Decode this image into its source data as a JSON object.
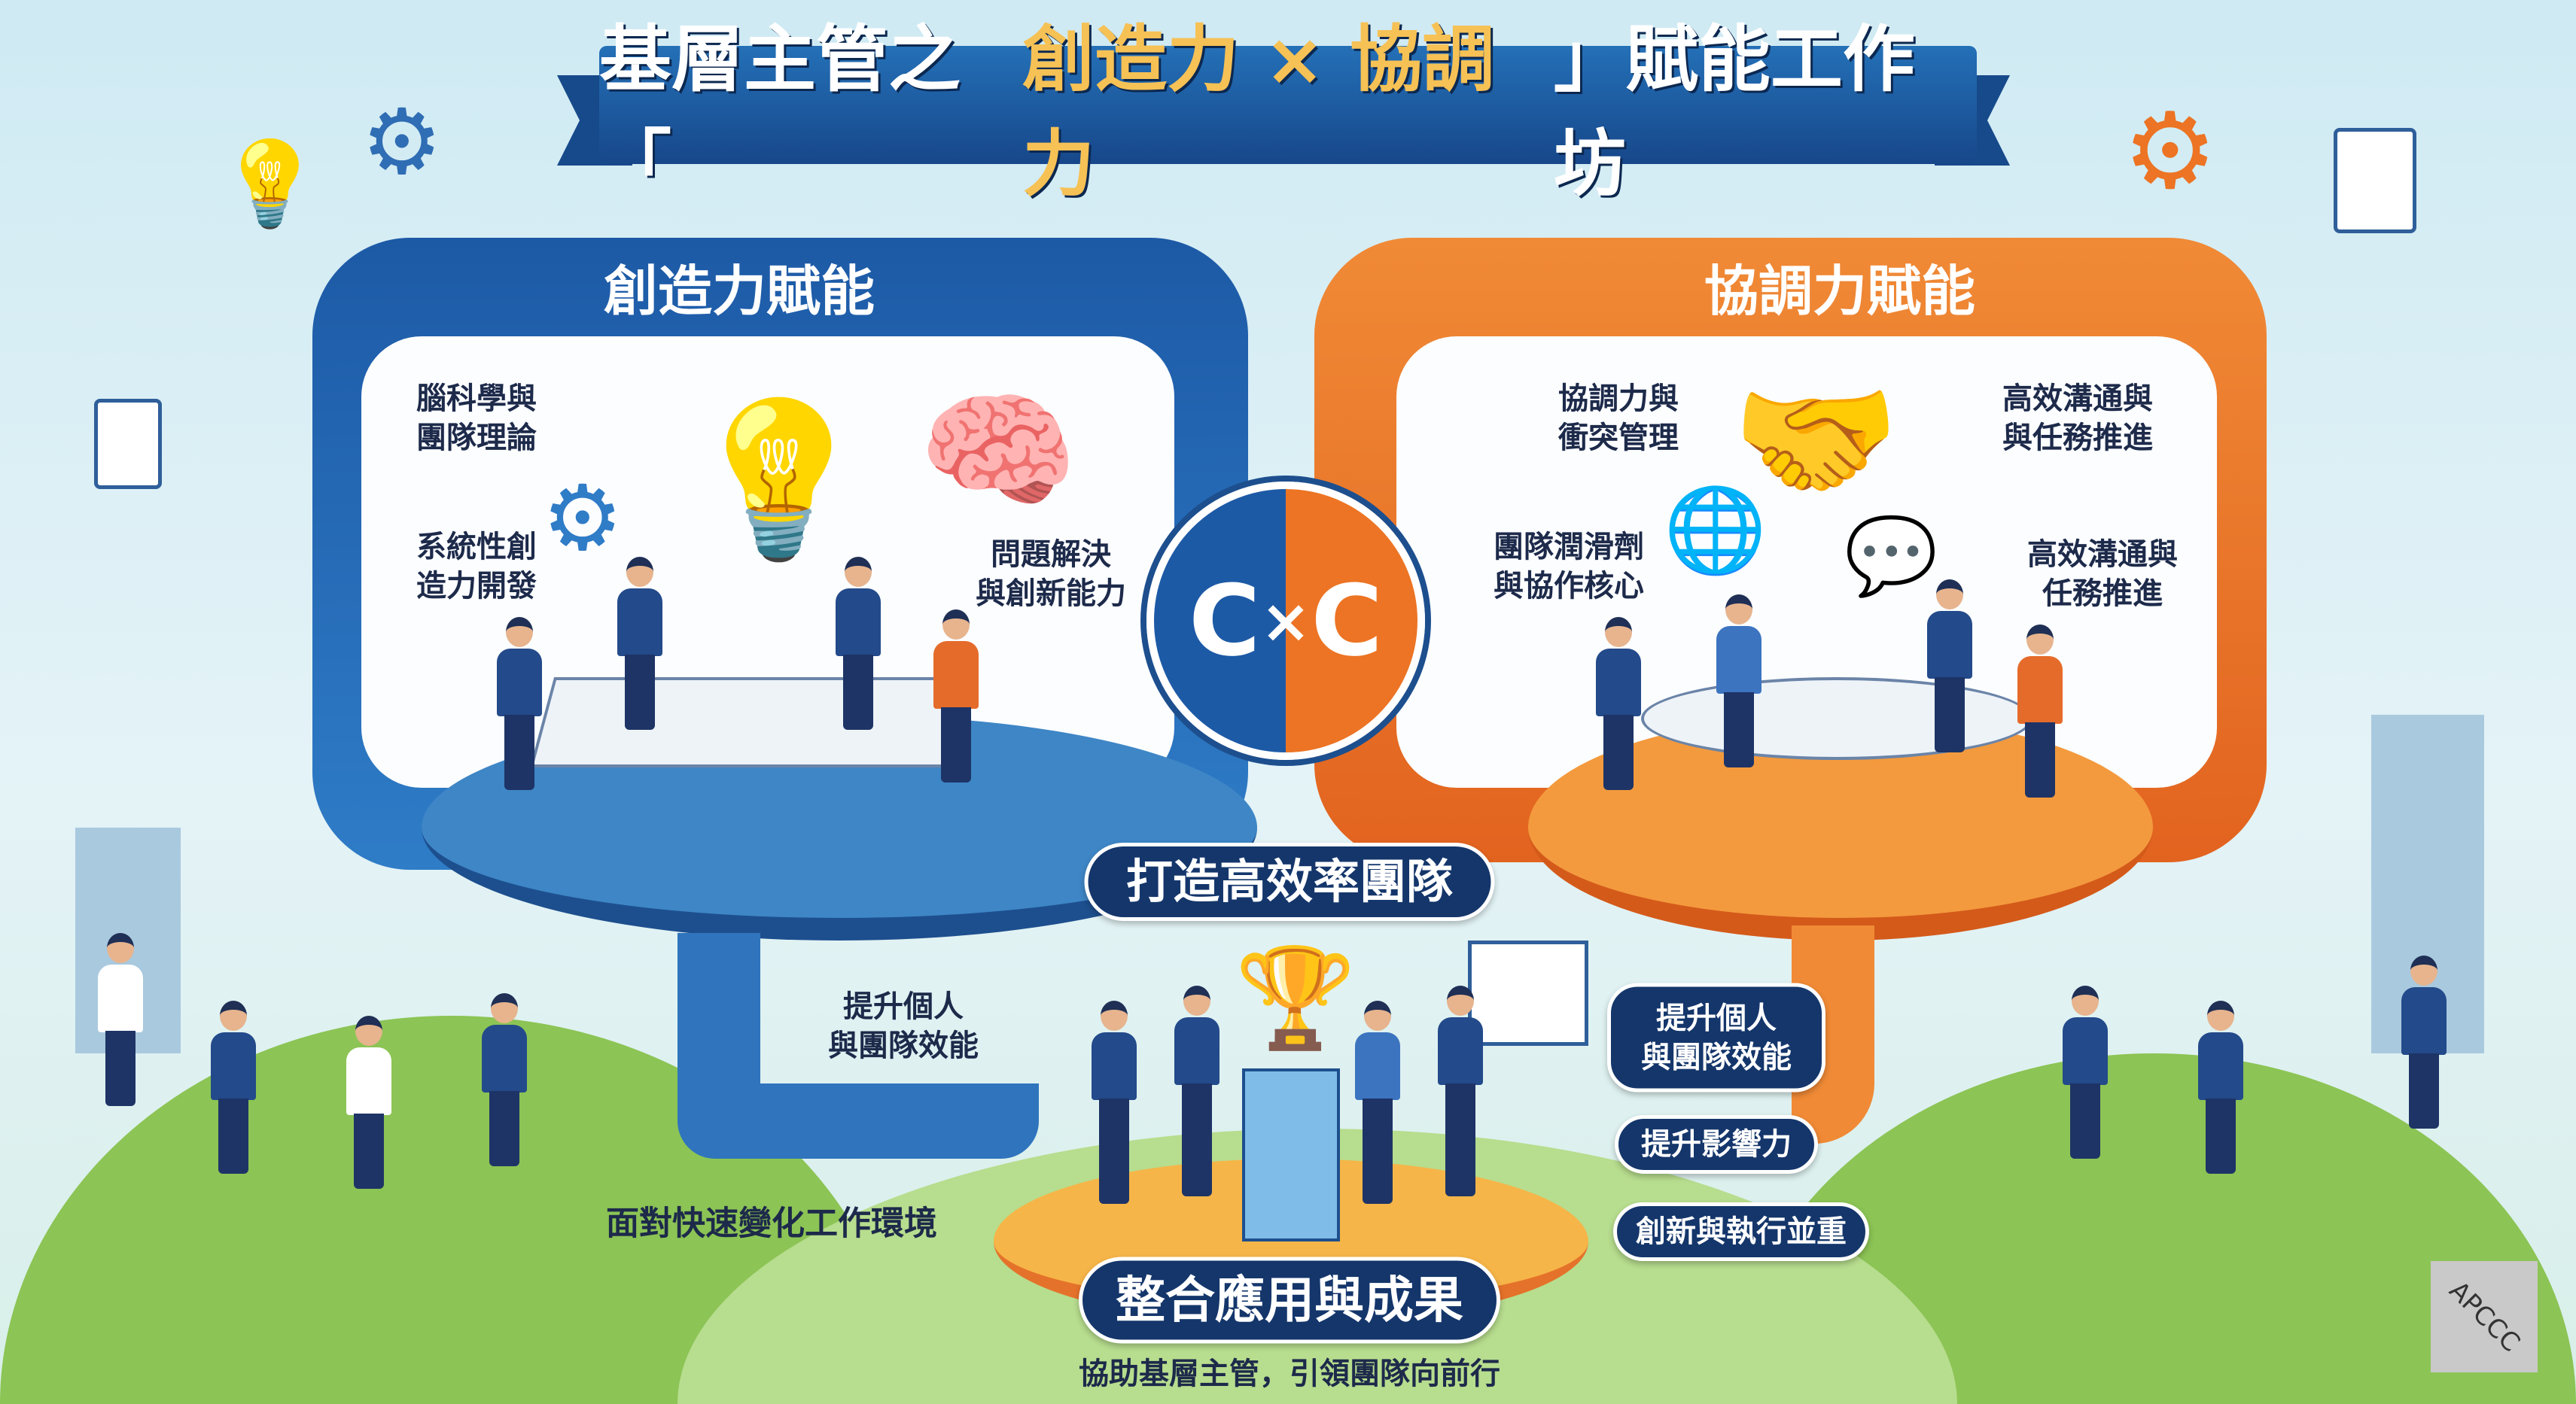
{
  "banner": {
    "prefix": "基層主管之「",
    "highlight": "創造力 × 協調力",
    "suffix": "」賦能工作坊"
  },
  "left_module": {
    "title": "創造力賦能",
    "items": [
      "腦科學與\n團隊理論",
      "系統性創\n造力開發",
      "問題解決\n與創新能力"
    ]
  },
  "right_module": {
    "title": "協調力賦能",
    "items": [
      "協調力與\n衝突管理",
      "高效溝通與\n與任務推進",
      "團隊潤滑劑\n與協作核心",
      "高效溝通與\n任務推進"
    ]
  },
  "center_logo": {
    "left": "C",
    "times": "×",
    "right": "C"
  },
  "middle": {
    "team_pill": "打造高效率團隊",
    "left_note": "提升個人\n與團隊效能",
    "left_bottom_note": "面對快速變化工作環境",
    "right_pills": [
      "提升個人\n與團隊效能",
      "提升影響力",
      "創新與執行並重"
    ],
    "result_pill": "整合應用與成果",
    "tagline": "協助基層主管，引領團隊向前行"
  },
  "watermark": "APCCC",
  "colors": {
    "blue": "#1d5aa6",
    "orange": "#ec7424",
    "navy": "#14366b",
    "gold": "#f6c155"
  }
}
